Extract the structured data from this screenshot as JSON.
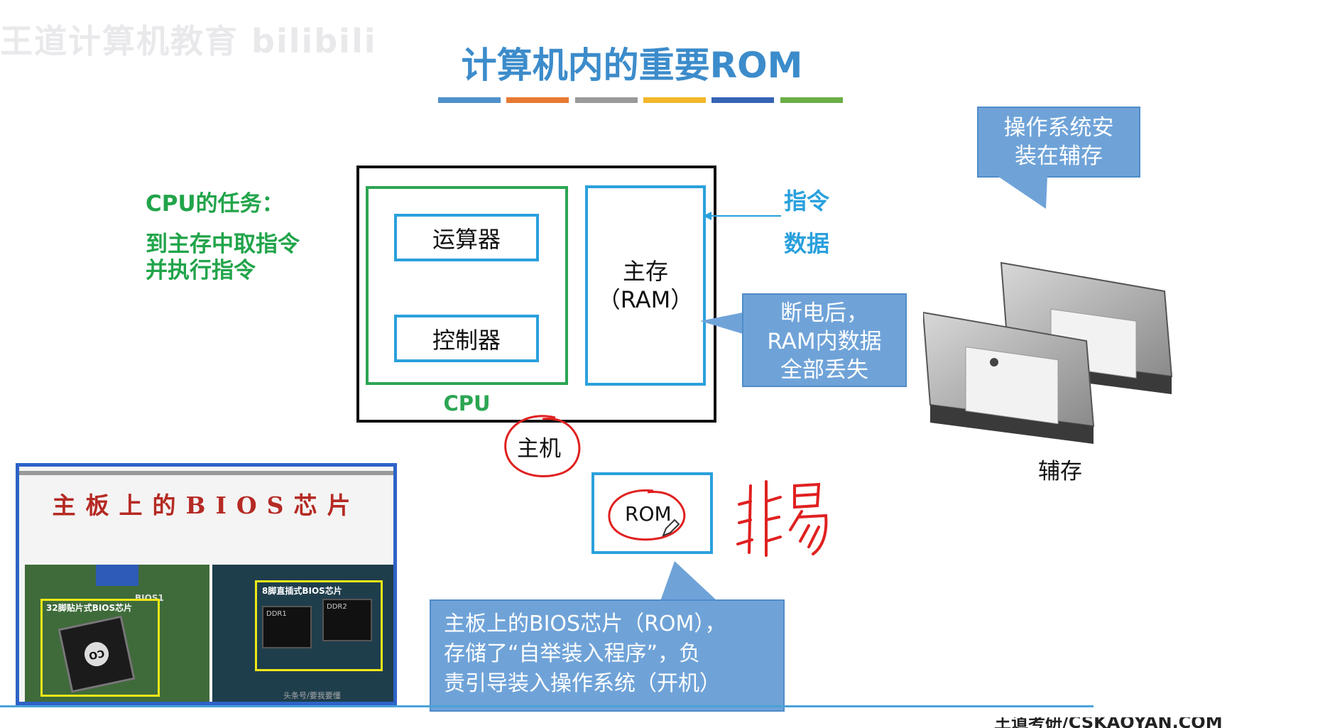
{
  "watermark": "王道计算机教育 bilibili",
  "title": "计算机内的重要ROM",
  "stripe_colors": [
    "#4f90cc",
    "#e77a33",
    "#9a9a9a",
    "#f3b72b",
    "#3563b5",
    "#6aae45"
  ],
  "cpu_task": {
    "heading": "CPU的任务：",
    "line1": "到主存中取指令",
    "line2": "并执行指令"
  },
  "diagram": {
    "alu_label": "运算器",
    "control_label": "控制器",
    "cpu_label": "CPU",
    "memory_label_line1": "主存",
    "memory_label_line2": "（RAM）",
    "host_label": "主机",
    "rom_label": "ROM"
  },
  "arrow_labels": {
    "instruction": "指令",
    "data": "数据"
  },
  "callouts": {
    "ram_loss": [
      "断电后，",
      "RAM内数据",
      "全部丢失"
    ],
    "os_install": [
      "操作系统安",
      "装在辅存"
    ],
    "bios": [
      "主板上的BIOS芯片（ROM），",
      "存储了“自举装入程序”，负",
      "责引导装入操作系统（开机）"
    ]
  },
  "secondary_storage_label": "辅存",
  "handwritten_note": "非易",
  "bios_photo": {
    "title": "主板上的BIOS芯片",
    "chip_label_left": "32脚贴片式BIOS芯片",
    "chip_label_right": "8脚直插式BIOS芯片",
    "chip_mark": "CO",
    "ddr_labels": [
      "DDR1",
      "DDR2"
    ],
    "board_text": "BIOS1",
    "credit": "头条号/要我要懂"
  },
  "colors": {
    "title_blue": "#3c8ccb",
    "cpu_green": "#2ca553",
    "box_blue": "#2aa0dc",
    "callout_fill": "#6fa3d8",
    "annotation_red": "#e02020"
  },
  "footer_text": "王道考研/CSKAOYAN.COM"
}
